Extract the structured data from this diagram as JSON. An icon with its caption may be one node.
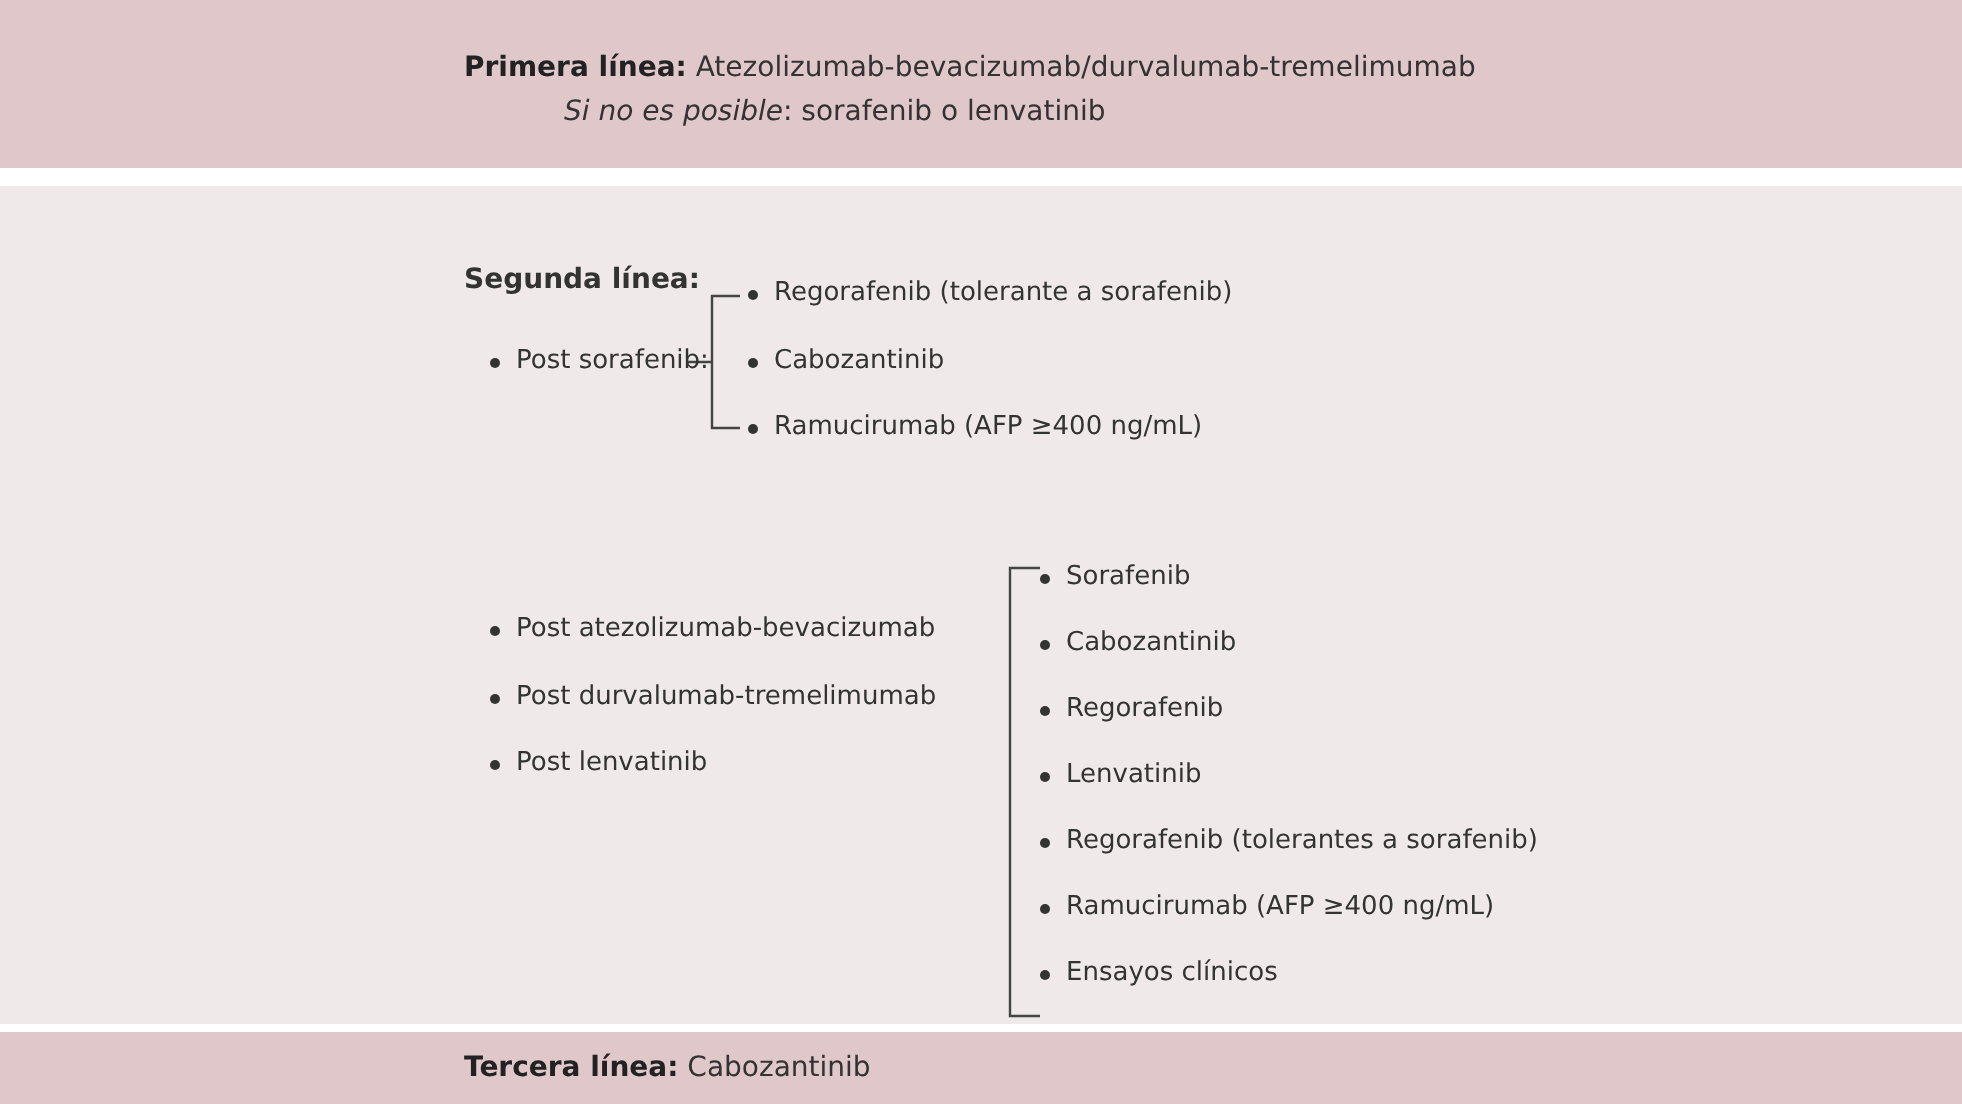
{
  "diagram": {
    "nodes": [
      {
        "text": [
          "**Primera línea:** Atezolizumab-bevacizumab/durvalumab-tremelimumab",
          "*Si no es posible*: sorafenib o lenvatinib"
        ]
      },
      {
        "text": [
          "Segunda línea:"
        ]
      },
      {
        "text": [
          "**Tercera línea:** Cabozantinib"
        ]
      }
    ],
    "labels": [
      "Post sorafenib:",
      "Regorafenib (tolerante a sorafenib)",
      "Cabozantinib",
      "Ramucirumab (AFP ≥400 ng/mL)",
      "Post atezolizumab-bevacizumab",
      "Post durvalumab-tremelimumab",
      "Post lenvatinib",
      "Sorafenib",
      "Cabozantinib",
      "Regorafenib",
      "Lenvatinib",
      "Regorafenib (tolerantes a sorafenib)",
      "Ramucirumab (AFP ≥400 ng/mL)",
      "Ensayos clínicos"
    ]
  }
}
